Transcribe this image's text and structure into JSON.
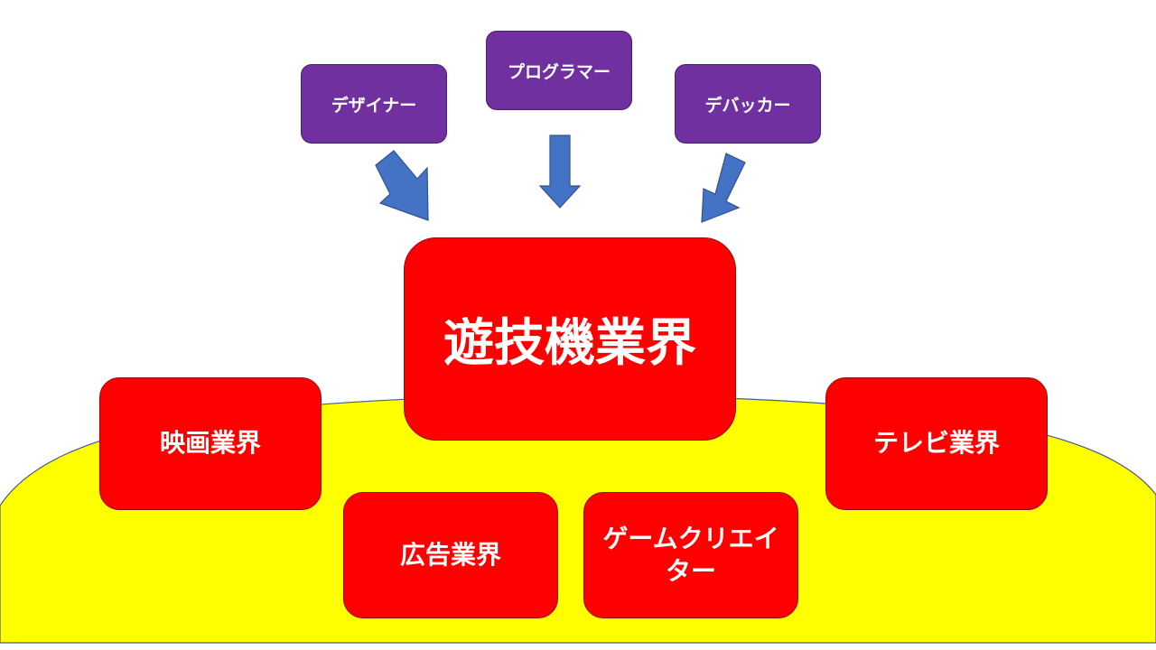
{
  "colors": {
    "background": "#ffffff",
    "mound": "#ffff00",
    "role_box": "#7030a0",
    "industry_box": "#ff0000",
    "arrow": "#4472c4",
    "text": "#ffffff"
  },
  "roles": {
    "designer": "デザイナー",
    "programmer": "プログラマー",
    "debugger": "デバッカー"
  },
  "center": {
    "label": "遊技機業界"
  },
  "industries": {
    "film": "映画業界",
    "tv": "テレビ業界",
    "advertising": "広告業界",
    "game_creator": "ゲームクリエイター"
  }
}
